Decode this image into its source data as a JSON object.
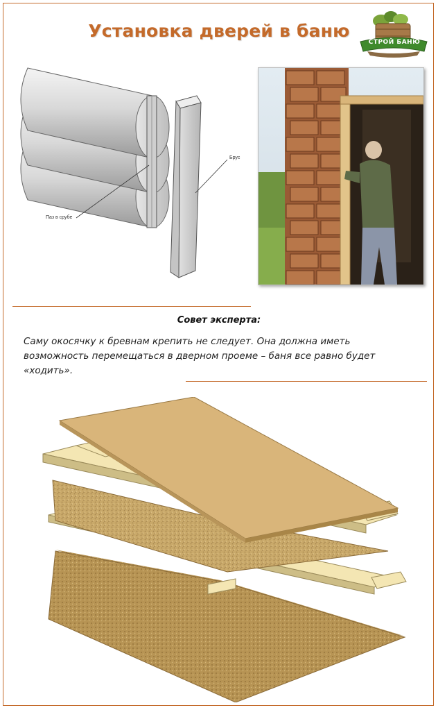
{
  "title": "Установка дверей в баню",
  "logo": {
    "text": "СТРОЙ БАНЮ"
  },
  "diagram": {
    "label_beam": "Брус",
    "label_groove": "Паз в срубе"
  },
  "tip": {
    "heading": "Совет эксперта:",
    "body": "Саму окосячку к бревнам крепить не следует. Она должна иметь возможность перемещаться в дверном проеме – баня все равно будет «ходить»."
  },
  "colors": {
    "accent": "#c46a2a",
    "board": "#d9b57a",
    "frame_wood": "#f4e6b3",
    "insulation": "#c9a96a"
  }
}
